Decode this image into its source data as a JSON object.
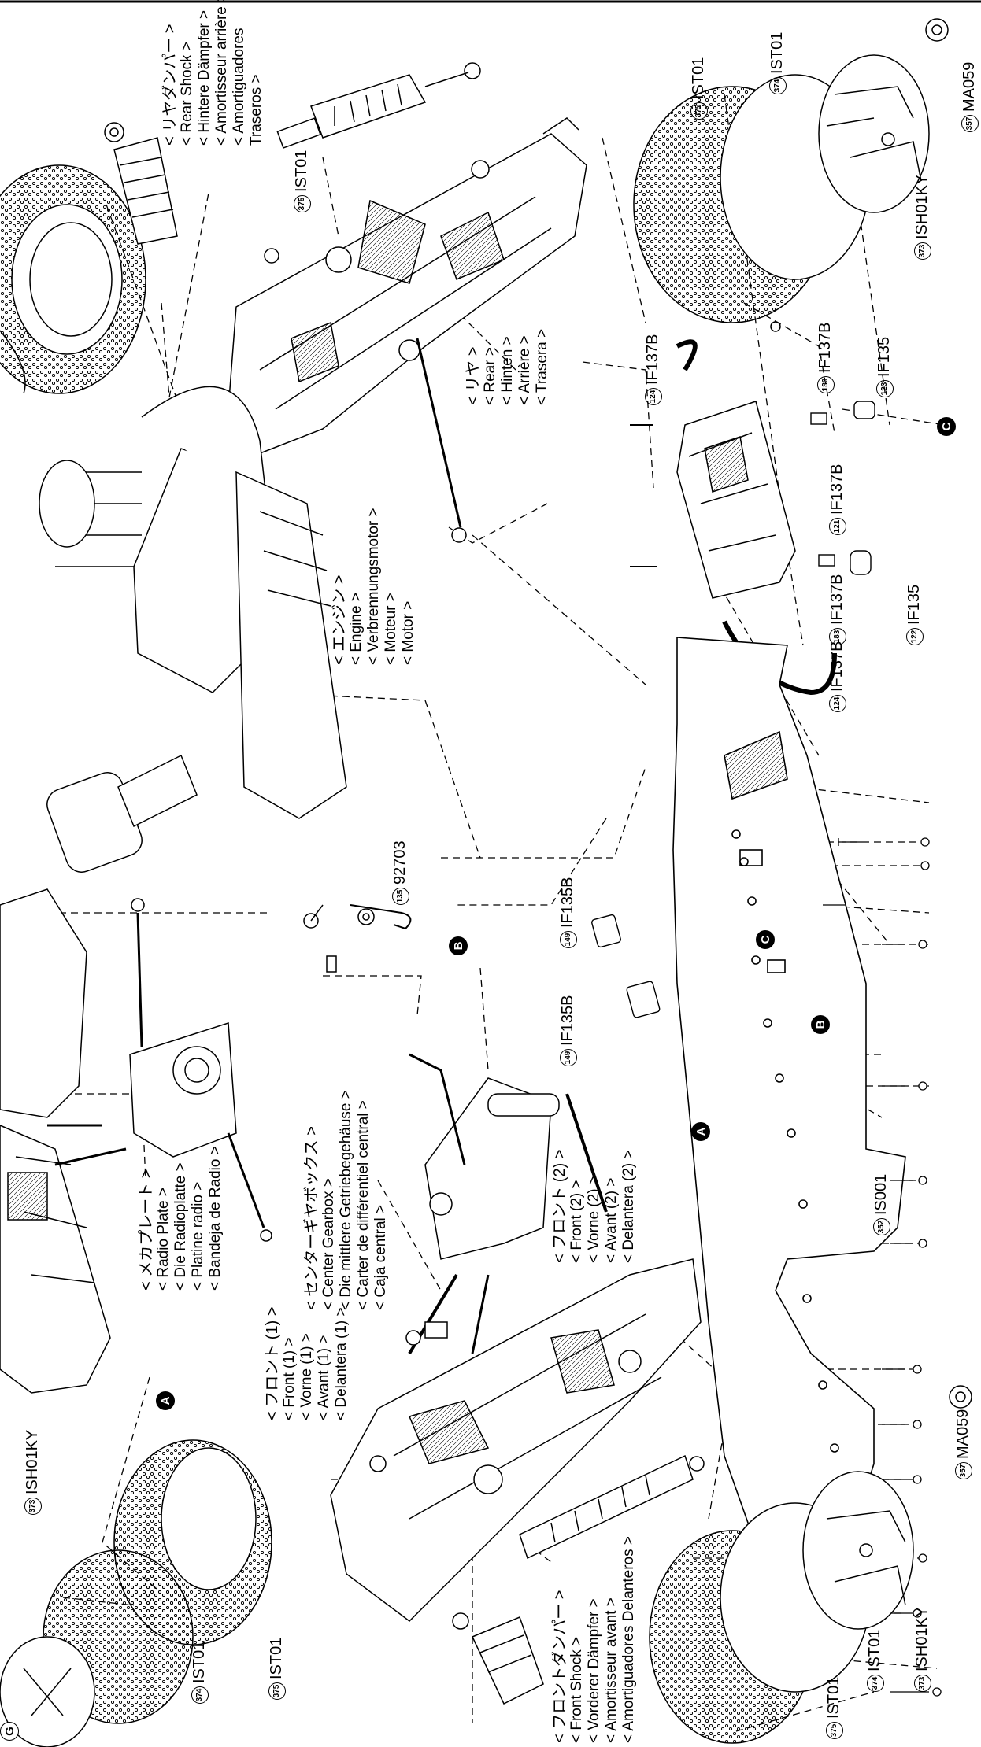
{
  "callouts": {
    "rear_shock": [
      "< リヤダンパー >",
      "< Rear Shock >",
      "< Hintere Dämpfer >",
      "< Amortisseur arrière >",
      "< Amortiguadores",
      "Traseros >"
    ],
    "rear": [
      "< リヤ >",
      "< Rear >",
      "< Hinten >",
      "< Arrière >",
      "< Trasera >"
    ],
    "engine": [
      "< エンジン >",
      "< Engine >",
      "< Verbrennungsmotor >",
      "< Moteur >",
      "< Motor >"
    ],
    "center_gearbox": [
      "< センターギヤボックス >",
      "< Center Gearbox >",
      "< Die mittlere Getriebegehäuse >",
      "< Carter de différentiel central >",
      "< Caja central >"
    ],
    "radio_plate": [
      "< メカプレート >",
      "< Radio Plate >",
      "< Die Radioplatte >",
      "< Platine radio >",
      "< Bandeja de Radio >"
    ],
    "front_1": [
      "< フロント (1) >",
      "< Front (1) >",
      "< Vorne (1) >",
      "< Avant (1) >",
      "< Delantera (1) >"
    ],
    "front_2": [
      "< フロント (2) >",
      "< Front (2) >",
      "< Vorne (2) >",
      "< Avant (2) >",
      "< Delantera (2) >"
    ],
    "front_shock": [
      "< フロントダンパー >",
      "< Front Shock >",
      "< Vorderer Dämpfer >",
      "< Amortisseur avant >",
      "< Amortiguadores Delanteros >"
    ]
  },
  "parts": {
    "p375_top": {
      "num": "375",
      "code": "IST01"
    },
    "p375_right": {
      "num": "375",
      "code": "IST01"
    },
    "p374_right": {
      "num": "374",
      "code": "IST01"
    },
    "p357_right": {
      "num": "357",
      "code": "MA059"
    },
    "p373_right": {
      "num": "373",
      "code": "ISH01KY"
    },
    "p124_a": {
      "num": "124",
      "code": "IF137B"
    },
    "p183_a": {
      "num": "183",
      "code": "IF137B"
    },
    "p123": {
      "num": "123",
      "code": "IF135"
    },
    "p121": {
      "num": "121",
      "code": "IF137B"
    },
    "p183_b": {
      "num": "183",
      "code": "IF137B"
    },
    "p122": {
      "num": "122",
      "code": "IF135"
    },
    "p124_b": {
      "num": "124",
      "code": "IF137B"
    },
    "p135": {
      "num": "135",
      "code": "92703"
    },
    "p149_a": {
      "num": "149",
      "code": "IF135B"
    },
    "p149_b": {
      "num": "149",
      "code": "IF135B"
    },
    "p352": {
      "num": "352",
      "code": "IS001"
    },
    "p357_left": {
      "num": "357",
      "code": "MA059"
    },
    "p373_left": {
      "num": "373",
      "code": "ISH01KY"
    },
    "p375_left": {
      "num": "375",
      "code": "IST01"
    },
    "p374_left": {
      "num": "374",
      "code": "IST01"
    },
    "p373_bottom": {
      "num": "373",
      "code": "ISH01KY"
    },
    "p374_bottom": {
      "num": "374",
      "code": "IST01"
    },
    "p375_bottom": {
      "num": "375",
      "code": "IST01"
    }
  },
  "markers": {
    "A1": "A",
    "A2": "A",
    "B1": "B",
    "B2": "B",
    "C1": "C",
    "C2": "C",
    "G": "G"
  }
}
